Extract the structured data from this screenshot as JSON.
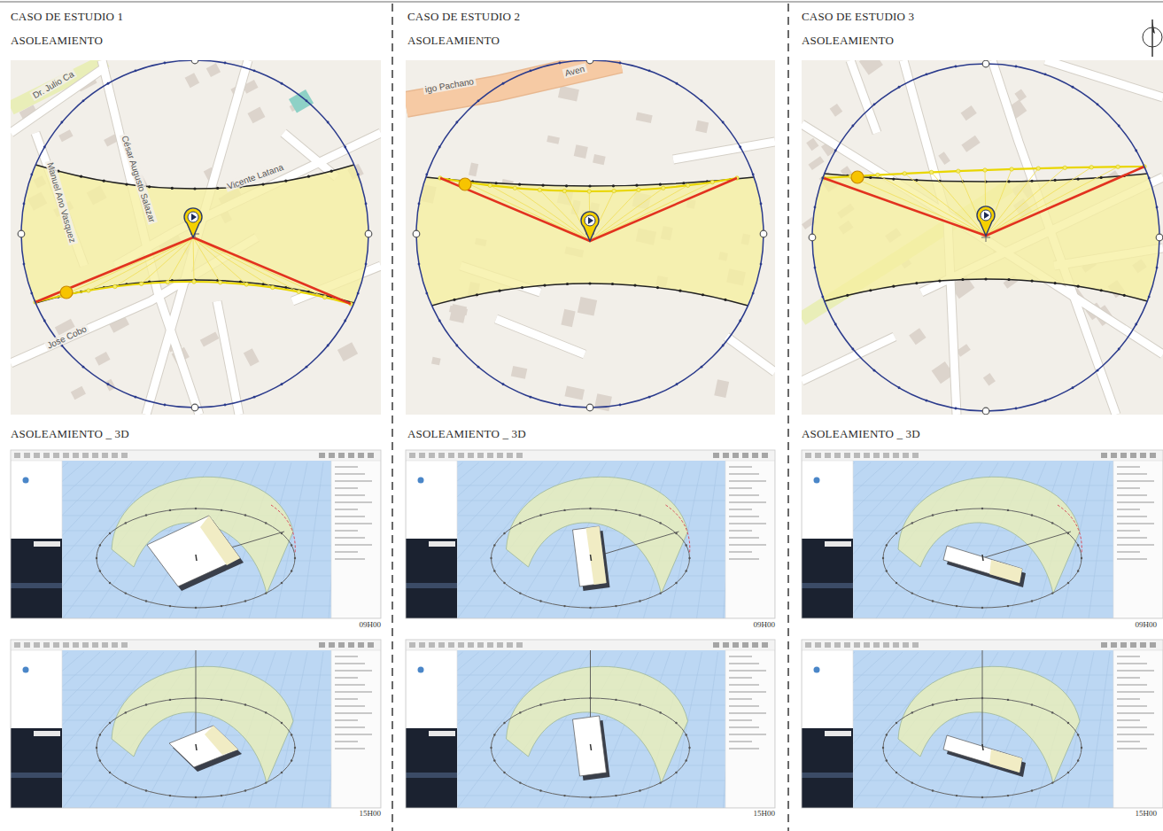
{
  "diagram": {
    "labels": [
      "CASO DE ESTUDIO 1",
      "ASOLEAMIENTO",
      "Dr. Julio Ca",
      "César Augusto Salazar",
      "Manuel Ano Vasquez",
      "Vicente Latana",
      "Jose Cobo",
      "ASOLEAMIENTO _ 3D",
      "09H00",
      "15H00",
      "CASO DE ESTUDIO 2",
      "ASOLEAMIENTO",
      "igo Pachano",
      "Aven",
      "ASOLEAMIENTO _ 3D",
      "09H00",
      "15H00",
      "CASO DE ESTUDIO 3",
      "ASOLEAMIENTO",
      "ASOLEAMIENTO _ 3D",
      "09H00",
      "15H00"
    ]
  }
}
